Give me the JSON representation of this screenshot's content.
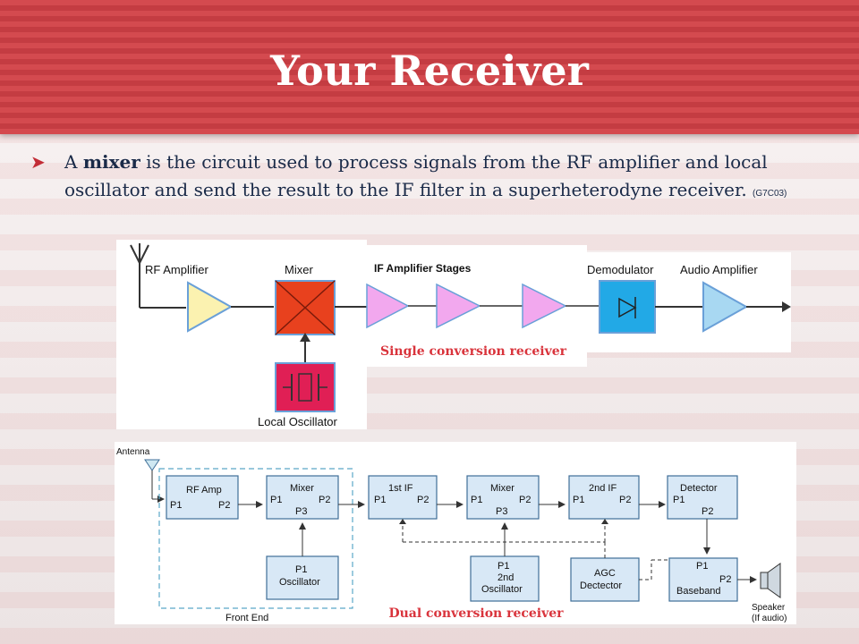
{
  "slide": {
    "title": "Your Receiver",
    "bullet": {
      "prefix": "A ",
      "bold": "mixer",
      "body": " is the circuit used to process signals from the RF amplifier and local oscillator and send the result to the IF filter in a superheterodyne receiver. ",
      "ref": "(G7C03)"
    }
  },
  "single_diagram": {
    "labels": {
      "rf_amp": "RF Amplifier",
      "mixer": "Mixer",
      "if_stages": "IF Amplifier Stages",
      "demod": "Demodulator",
      "audio_amp": "Audio Amplifier",
      "local_osc": "Local Oscillator"
    },
    "caption": "Single conversion receiver",
    "colors": {
      "rf_amp": "#fbf2b0",
      "mixer": "#e8411e",
      "if_amp": "#f2a8ee",
      "demod": "#22a9e6",
      "audio": "#a8d8f2",
      "osc": "#e01f55"
    }
  },
  "dual_diagram": {
    "labels": {
      "antenna": "Antenna",
      "rf_amp": "RF Amp",
      "mixer1": "Mixer",
      "if1": "1st IF",
      "mixer2": "Mixer",
      "if2": "2nd IF",
      "detector": "Detector",
      "osc1_p": "P1",
      "osc1": "Oscillator",
      "osc2_p": "P1",
      "osc2_a": "2nd",
      "osc2_b": "Oscillator",
      "agc_a": "AGC",
      "agc_b": "Dectector",
      "base_p1": "P1",
      "base_p2": "P2",
      "baseband": "Baseband",
      "front_end": "Front End",
      "speaker_a": "Speaker",
      "speaker_b": "(If audio)",
      "p1": "P1",
      "p2": "P2",
      "p3": "P3"
    },
    "caption": "Dual conversion receiver",
    "colors": {
      "block": "#d8e8f6",
      "border": "#3f6f98",
      "dashed": "#5aa8c8"
    }
  }
}
